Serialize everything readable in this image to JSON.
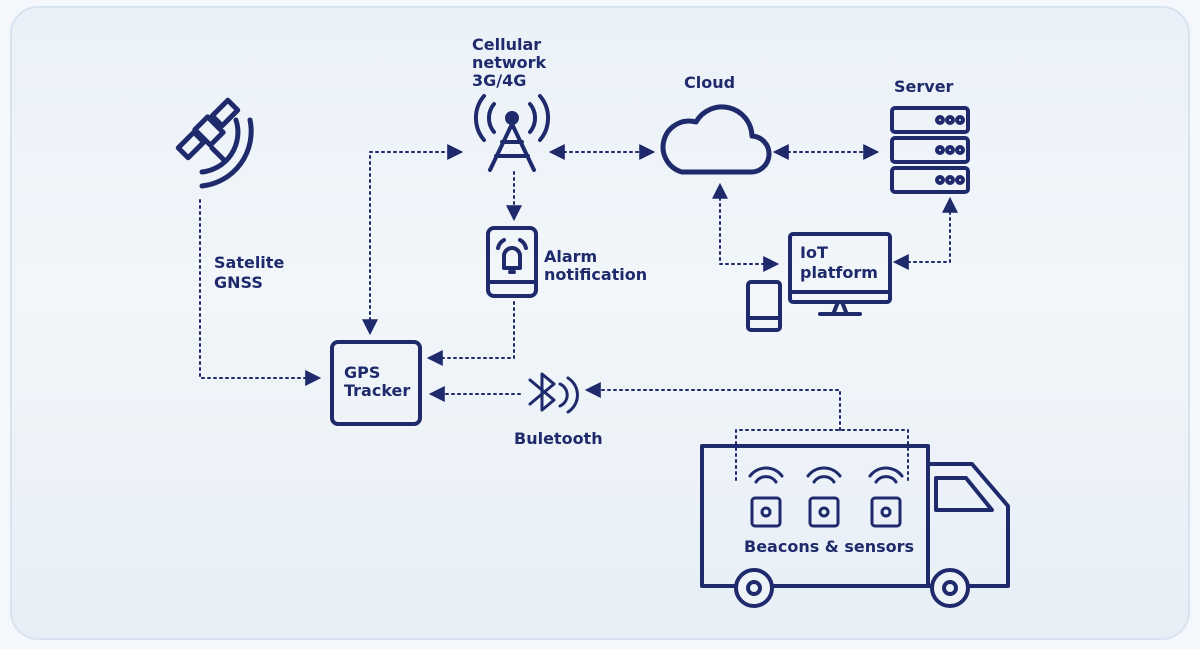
{
  "nodes": {
    "satellite": {
      "label_lines": [
        "Satelite",
        "GNSS"
      ]
    },
    "cellular": {
      "label_lines": [
        "Cellular",
        "network",
        "3G/4G"
      ]
    },
    "cloud": {
      "label": "Cloud"
    },
    "server": {
      "label": "Server"
    },
    "alarm": {
      "label_lines": [
        "Alarm",
        "notification"
      ]
    },
    "iot": {
      "label_lines": [
        "IoT",
        "platform"
      ]
    },
    "gps_tracker": {
      "label_lines": [
        "GPS",
        "Tracker"
      ]
    },
    "bluetooth": {
      "label": "Buletooth"
    },
    "beacons": {
      "label": "Beacons & sensors"
    }
  },
  "colors": {
    "ink": "#1e2a6b",
    "background": "#eef3f8",
    "frame": "#d7e3f0"
  }
}
